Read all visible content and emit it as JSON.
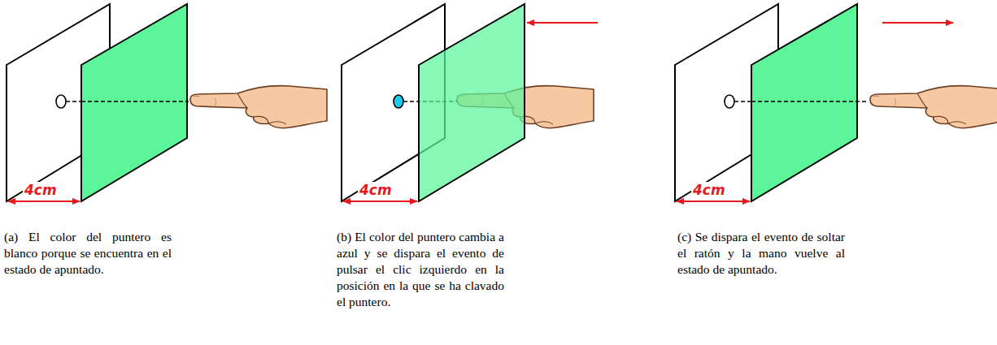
{
  "diagram": {
    "labels": [
      "4cm",
      "(a) El color del puntero es blanco porque se encuentra en el estado de apuntado.",
      "4cm",
      "(b) El color del puntero cambia a azul y se dispara el evento de pulsar el clic izquierdo en la posición en la que se ha clavado el puntero.",
      "4cm",
      "(c) Se dispara el evento de soltar el ratón y la mano vuelve al estado de apuntado."
    ]
  }
}
